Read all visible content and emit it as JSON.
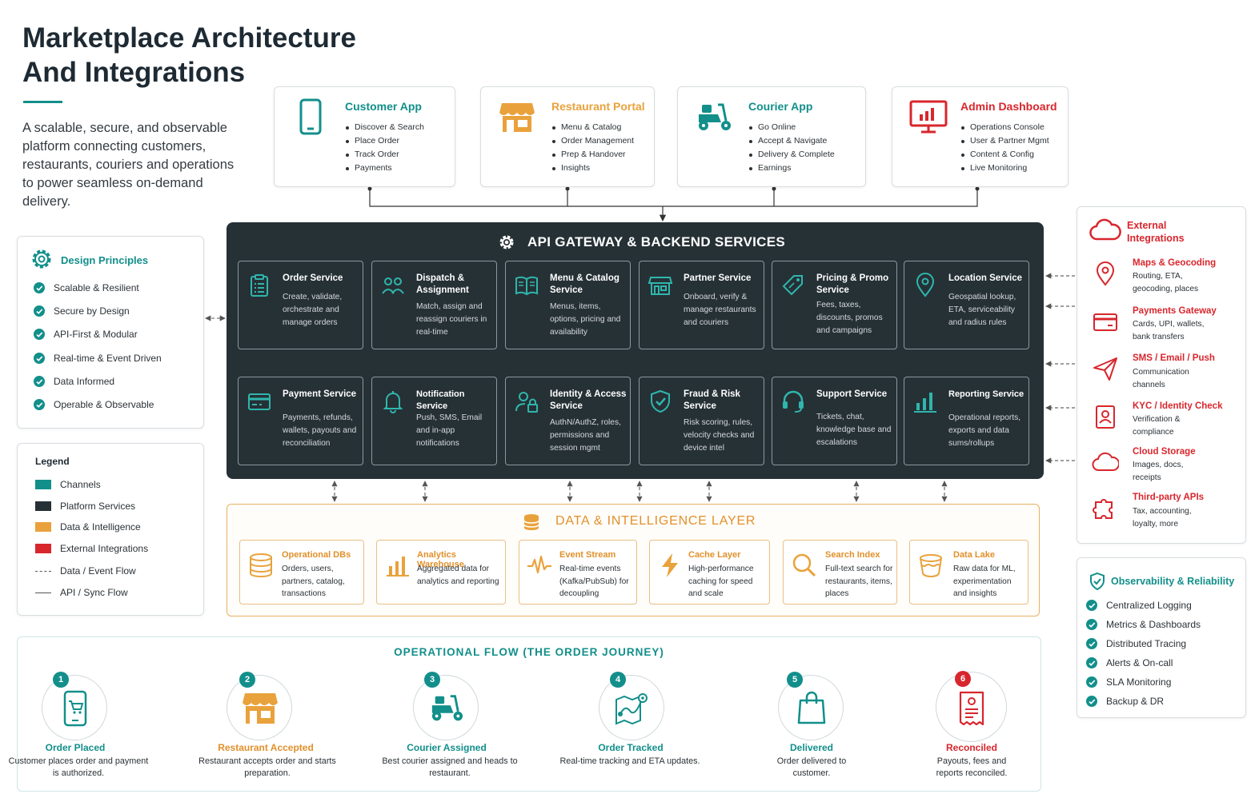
{
  "header": {
    "title_line1": "Marketplace Architecture",
    "title_line2": "And Integrations",
    "subtitle": "A scalable, secure, and observable platform connecting customers, restaurants, couriers and operations to power seamless on-demand delivery."
  },
  "colors": {
    "channels": "#128f8b",
    "platform": "#263136",
    "data": "#e9a23b",
    "external": "#d8262d"
  },
  "channels": [
    {
      "title": "Customer App",
      "icon": "smartphone-icon",
      "items": [
        "Discover & Search",
        "Place Order",
        "Track Order",
        "Payments"
      ]
    },
    {
      "title": "Restaurant Portal",
      "icon": "storefront-icon",
      "items": [
        "Menu & Catalog",
        "Order Management",
        "Prep & Handover",
        "Insights"
      ]
    },
    {
      "title": "Courier App",
      "icon": "scooter-icon",
      "items": [
        "Go Online",
        "Accept & Navigate",
        "Delivery & Complete",
        "Earnings"
      ]
    },
    {
      "title": "Admin Dashboard",
      "icon": "monitor-chart-icon",
      "items": [
        "Operations Console",
        "User & Partner Mgmt",
        "Content & Config",
        "Live Monitoring"
      ]
    }
  ],
  "backend": {
    "title": "API GATEWAY & BACKEND SERVICES",
    "services": [
      {
        "title": "Order Service",
        "desc": "Create, validate, orchestrate and manage orders",
        "icon": "clipboard-icon"
      },
      {
        "title": "Dispatch & Assignment",
        "desc": "Match, assign and reassign couriers in real-time",
        "icon": "people-icon"
      },
      {
        "title": "Menu & Catalog Service",
        "desc": "Menus, items, options, pricing and availability",
        "icon": "book-icon"
      },
      {
        "title": "Partner Service",
        "desc": "Onboard, verify & manage restaurants and couriers",
        "icon": "store-icon"
      },
      {
        "title": "Pricing & Promo Service",
        "desc": "Fees, taxes, discounts, promos and campaigns",
        "icon": "tag-icon"
      },
      {
        "title": "Location Service",
        "desc": "Geospatial lookup, ETA, serviceability and radius rules",
        "icon": "map-pin-icon"
      },
      {
        "title": "Payment Service",
        "desc": "Payments, refunds, wallets, payouts and reconciliation",
        "icon": "credit-card-icon"
      },
      {
        "title": "Notification Service",
        "desc": "Push, SMS, Email and in-app notifications",
        "icon": "bell-icon"
      },
      {
        "title": "Identity & Access Service",
        "desc": "AuthN/AuthZ, roles, permissions and session mgmt",
        "icon": "user-lock-icon"
      },
      {
        "title": "Fraud & Risk Service",
        "desc": "Risk scoring, rules, velocity checks and device intel",
        "icon": "shield-check-icon"
      },
      {
        "title": "Support Service",
        "desc": "Tickets, chat, knowledge base and escalations",
        "icon": "headset-icon"
      },
      {
        "title": "Reporting Service",
        "desc": "Operational reports, exports and data sums/rollups",
        "icon": "bar-chart-icon"
      }
    ]
  },
  "data_layer": {
    "title": "DATA & INTELLIGENCE LAYER",
    "items": [
      {
        "title": "Operational DBs",
        "desc": "Orders, users, partners, catalog, transactions",
        "icon": "database-icon"
      },
      {
        "title": "Analytics Warehouse",
        "desc": "Aggregated data for analytics and reporting",
        "icon": "bar-chart-icon"
      },
      {
        "title": "Event Stream",
        "desc": "Real-time events (Kafka/PubSub) for decoupling",
        "icon": "pulse-icon"
      },
      {
        "title": "Cache Layer",
        "desc": "High-performance caching for speed and scale",
        "icon": "lightning-icon"
      },
      {
        "title": "Search Index",
        "desc": "Full-text search for restaurants, items, places",
        "icon": "search-icon"
      },
      {
        "title": "Data Lake",
        "desc": "Raw data for ML, experimentation and insights",
        "icon": "lake-icon"
      }
    ]
  },
  "principles": {
    "title": "Design Principles",
    "items": [
      "Scalable & Resilient",
      "Secure by Design",
      "API-First & Modular",
      "Real-time & Event Driven",
      "Data Informed",
      "Operable & Observable"
    ]
  },
  "legend": {
    "title": "Legend",
    "items": [
      {
        "label": "Channels",
        "color": "#128f8b"
      },
      {
        "label": "Platform Services",
        "color": "#263136"
      },
      {
        "label": "Data & Intelligence",
        "color": "#e9a23b"
      },
      {
        "label": "External Integrations",
        "color": "#d8262d"
      }
    ],
    "data_flow": "Data / Event Flow",
    "api_flow": "API / Sync Flow"
  },
  "external": {
    "title": "External Integrations",
    "items": [
      {
        "title": "Maps & Geocoding",
        "desc": "Routing, ETA, geocoding, places",
        "icon": "map-pin-icon"
      },
      {
        "title": "Payments Gateway",
        "desc": "Cards, UPI, wallets, bank transfers",
        "icon": "credit-card-icon"
      },
      {
        "title": "SMS / Email / Push",
        "desc": "Communication channels",
        "icon": "paper-plane-icon"
      },
      {
        "title": "KYC / Identity Check",
        "desc": "Verification & compliance",
        "icon": "id-badge-icon"
      },
      {
        "title": "Cloud Storage",
        "desc": "Images, docs, receipts",
        "icon": "cloud-icon"
      },
      {
        "title": "Third-party APIs",
        "desc": "Tax, accounting, loyalty, more",
        "icon": "puzzle-icon"
      }
    ]
  },
  "observability": {
    "title": "Observability & Reliability",
    "items": [
      "Centralized Logging",
      "Metrics & Dashboards",
      "Distributed Tracing",
      "Alerts & On-call",
      "SLA Monitoring",
      "Backup & DR"
    ]
  },
  "flow": {
    "title": "OPERATIONAL FLOW (THE ORDER JOURNEY)",
    "steps": [
      {
        "num": "1",
        "title": "Order Placed",
        "desc": "Customer places order and payment is authorized.",
        "icon": "phone-cart-icon"
      },
      {
        "num": "2",
        "title": "Restaurant Accepted",
        "desc": "Restaurant accepts order and starts preparation.",
        "icon": "storefront-icon"
      },
      {
        "num": "3",
        "title": "Courier Assigned",
        "desc": "Best courier assigned and heads to restaurant.",
        "icon": "scooter-icon"
      },
      {
        "num": "4",
        "title": "Order Tracked",
        "desc": "Real-time tracking and ETA updates.",
        "icon": "route-map-icon"
      },
      {
        "num": "5",
        "title": "Delivered",
        "desc": "Order delivered to customer.",
        "icon": "shopping-bag-icon"
      },
      {
        "num": "6",
        "title": "Reconciled",
        "desc": "Payouts, fees and reports reconciled.",
        "icon": "receipt-icon"
      }
    ]
  }
}
